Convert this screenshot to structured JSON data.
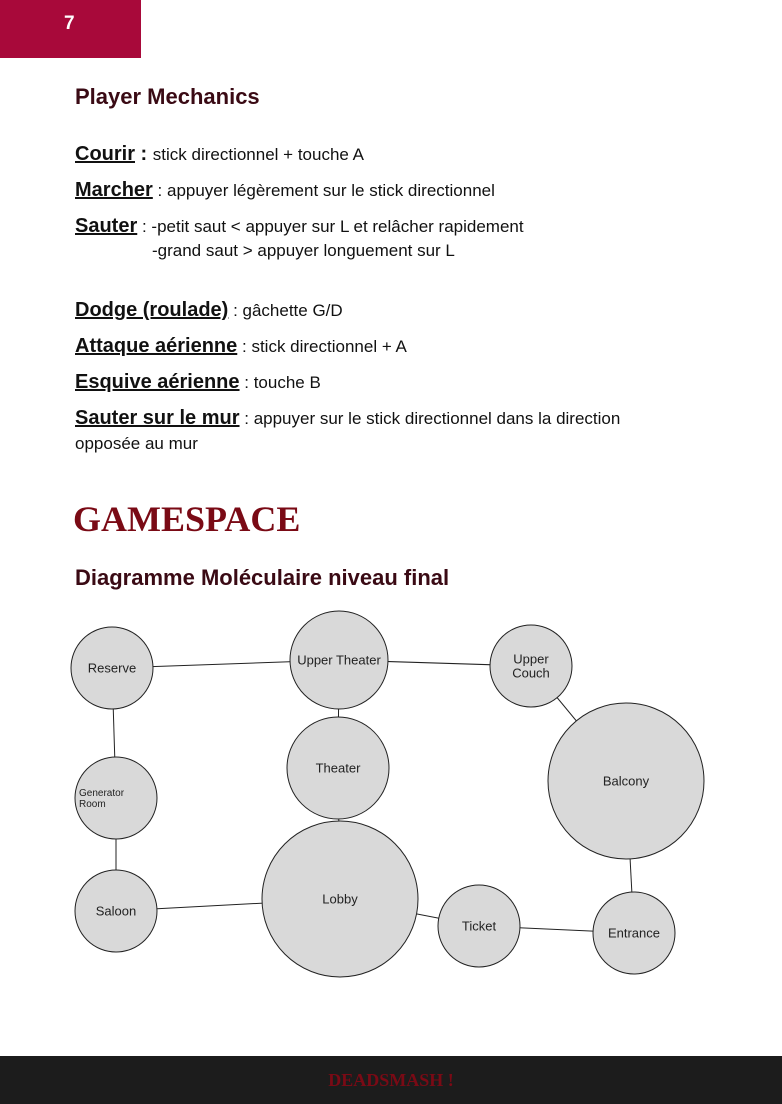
{
  "page": {
    "number": "7"
  },
  "mechanics": {
    "title": "Player Mechanics",
    "items": [
      {
        "term": "Courir",
        "sep": " : ",
        "desc": "stick directionnel + touche A"
      },
      {
        "term": "Marcher",
        "sep": " : ",
        "desc": "appuyer légèrement sur le stick directionnel"
      },
      {
        "term": "Sauter",
        "sep": " : ",
        "desc": "-petit saut < appuyer sur L et relâcher rapidement",
        "cont": "-grand saut > appuyer longuement sur L"
      },
      {
        "term": "Dodge (roulade)",
        "sep": " : ",
        "desc": "gâchette G/D"
      },
      {
        "term": "Attaque aérienne",
        "sep": " : ",
        "desc": "stick directionnel + A"
      },
      {
        "term": "Esquive aérienne",
        "sep": " : ",
        "desc": "touche B"
      },
      {
        "term": "Sauter sur le mur",
        "sep": " : ",
        "desc": "appuyer sur le stick directionnel dans la direction",
        "cont": "opposée au mur"
      }
    ]
  },
  "gamespace": {
    "heading": "GAMESPACE",
    "subtitle": "Diagramme Moléculaire niveau final"
  },
  "diagram": {
    "nodes": [
      {
        "id": "reserve",
        "lines": [
          "Reserve"
        ]
      },
      {
        "id": "upper-theater",
        "lines": [
          "Upper Theater"
        ]
      },
      {
        "id": "upper-couch",
        "lines": [
          "Upper",
          "Couch"
        ]
      },
      {
        "id": "theater",
        "lines": [
          "Theater"
        ]
      },
      {
        "id": "balcony",
        "lines": [
          "Balcony"
        ]
      },
      {
        "id": "generator-room",
        "lines": [
          "Generator",
          "Room"
        ]
      },
      {
        "id": "lobby",
        "lines": [
          "Lobby"
        ]
      },
      {
        "id": "saloon",
        "lines": [
          "Saloon"
        ]
      },
      {
        "id": "ticket",
        "lines": [
          "Ticket"
        ]
      },
      {
        "id": "entrance",
        "lines": [
          "Entrance"
        ]
      }
    ],
    "edges": [
      [
        "reserve",
        "upper-theater"
      ],
      [
        "upper-theater",
        "upper-couch"
      ],
      [
        "upper-theater",
        "theater"
      ],
      [
        "upper-couch",
        "balcony"
      ],
      [
        "reserve",
        "generator-room"
      ],
      [
        "generator-room",
        "saloon"
      ],
      [
        "theater",
        "lobby"
      ],
      [
        "saloon",
        "lobby"
      ],
      [
        "lobby",
        "ticket"
      ],
      [
        "ticket",
        "entrance"
      ],
      [
        "balcony",
        "entrance"
      ]
    ]
  },
  "footer": {
    "brand": "DEADSMASH !"
  },
  "colors": {
    "accent": "#a8093a",
    "heading": "#7a0a15",
    "footer_bg": "#1c1c1c",
    "node_fill": "#d9d9d9"
  }
}
